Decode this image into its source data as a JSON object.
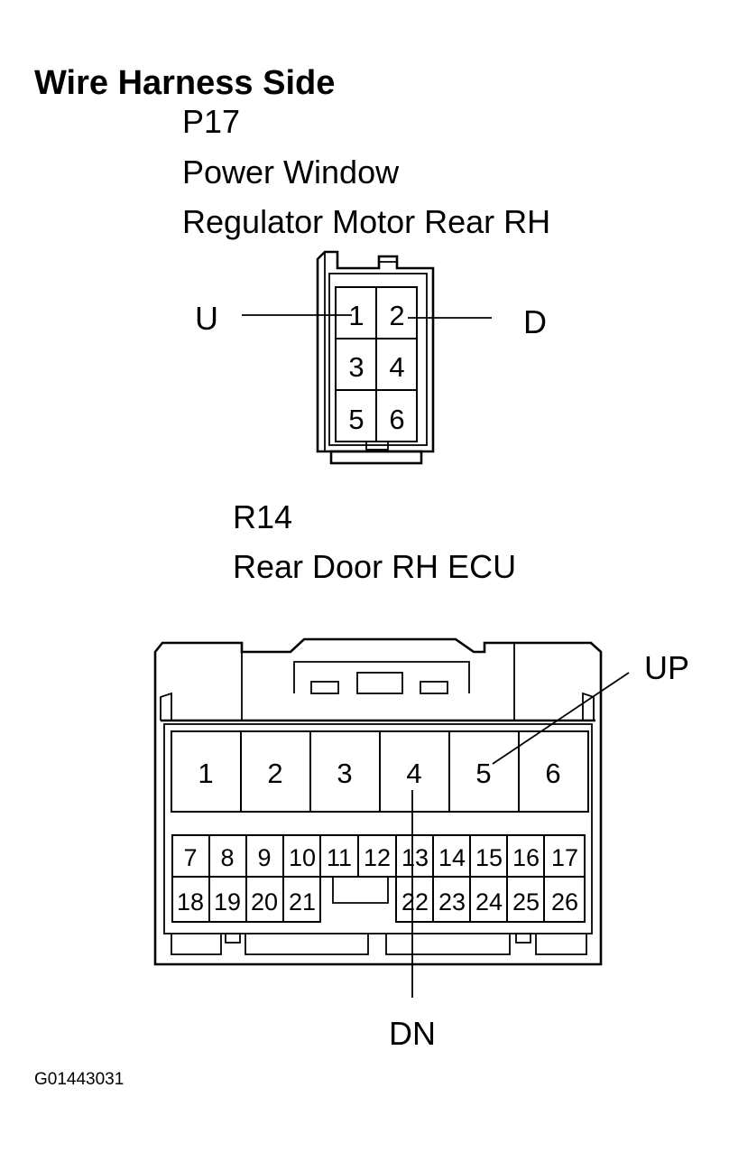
{
  "heading": "Wire Harness Side",
  "connector1": {
    "code": "P17",
    "name_line1": "Power Window",
    "name_line2": "Regulator Motor Rear RH",
    "pins": [
      "1",
      "2",
      "3",
      "4",
      "5",
      "6"
    ],
    "callouts": [
      {
        "label": "U",
        "pin": "1"
      },
      {
        "label": "D",
        "pin": "2"
      }
    ]
  },
  "connector2": {
    "code": "R14",
    "name": "Rear Door RH ECU",
    "pins_top": [
      "1",
      "2",
      "3",
      "4",
      "5",
      "6"
    ],
    "pins_middle": [
      "7",
      "8",
      "9",
      "10",
      "11",
      "12",
      "13",
      "14",
      "15",
      "16",
      "17"
    ],
    "pins_bottom": [
      "18",
      "19",
      "20",
      "21",
      "22",
      "23",
      "24",
      "25",
      "26"
    ],
    "callouts": [
      {
        "label": "UP",
        "pin": "5"
      },
      {
        "label": "DN",
        "pin": "4"
      }
    ]
  },
  "figure_code": "G01443031"
}
